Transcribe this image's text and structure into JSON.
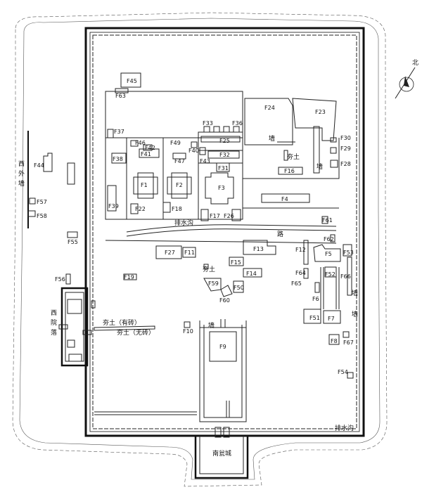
{
  "compass": {
    "north_label": "北",
    "icon": "north-arrow-icon"
  },
  "annotations": {
    "west_outer_wall": [
      "西",
      "外",
      "墙"
    ],
    "west_courtyard": [
      "西",
      "院",
      "落"
    ],
    "drain_1": "排水沟",
    "drain_2": "排水沟",
    "road": "路",
    "rammed_earth_1": "夯土",
    "rammed_earth_2": "夯土",
    "rammed_with_brick": "夯土（有砖）",
    "rammed_no_brick": "夯土（无砖）",
    "wall_a": "墙",
    "wall_b": "墙",
    "wall_c": "墙",
    "wall_d": "墙",
    "south_weng": "南瓮城"
  },
  "features": [
    "F1",
    "F2",
    "F3",
    "F4",
    "F5",
    "F6",
    "F7",
    "F8",
    "F9",
    "F10",
    "F11",
    "F12",
    "F13",
    "F14",
    "F15",
    "F16",
    "F17",
    "F18",
    "F19",
    "F22",
    "F23",
    "F24",
    "F25",
    "F26",
    "F27",
    "F28",
    "F29",
    "F30",
    "F31",
    "F32",
    "F33",
    "F36",
    "F37",
    "F38",
    "F39",
    "F40",
    "F41",
    "F42",
    "F43",
    "F44",
    "F45",
    "F46",
    "F47",
    "F49",
    "F50",
    "F51",
    "F52",
    "F53",
    "F54",
    "F55",
    "F56",
    "F57",
    "F58",
    "F59",
    "F60",
    "F61",
    "F62",
    "F63",
    "F64",
    "F65",
    "F66",
    "F67"
  ]
}
